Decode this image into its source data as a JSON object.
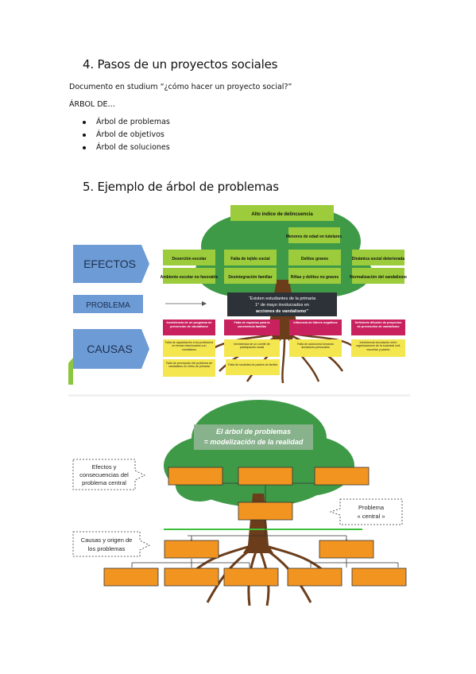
{
  "section4": {
    "title": "4. Pasos de un proyectos sociales",
    "doc_line": "Documento en studium “¿cómo hacer un proyecto social?”",
    "arbol_de": "ÁRBOL DE…",
    "items": [
      "Árbol de problemas",
      "Árbol de objetivos",
      "Árbol de soluciones"
    ]
  },
  "section5": {
    "title": "5. Ejemplo de árbol de problemas"
  },
  "diagram1": {
    "left_labels": {
      "efectos": "EFECTOS",
      "problema": "PROBLEMA",
      "causas": "CAUSAS"
    },
    "top_box": "Alto índice de delincuencia",
    "menores": "Menores de edad en tutelares",
    "effects_row1": [
      "Deserción escolar",
      "Falta de tejido social",
      "Delitos graves",
      "Dinámica social deteriorada"
    ],
    "effects_row2": [
      "Ambiente escolar no favorable",
      "Desintegración familiar",
      "Riñas y delitos no graves",
      "Normalización del vandalismo"
    ],
    "problem_line1": "“Existen estudiantes de la primaria",
    "problem_line2": "1° de mayo involucrados en",
    "problem_line3": "acciones de vandalismo”",
    "causes_pink": [
      "Inexistencia de un programa de prevención de vandalismo",
      "Falta de espacios para la convivencia familiar",
      "Influencia de líderes negativos",
      "Deficiente difusión de proyectos de prevención de vandalismo"
    ],
    "causes_yellow_top": [
      "Falta de capacitación a los profesores en temas relacionados con vandalismo",
      "Inexistencia de un comité de participación social",
      "Falta de autonomía tomando decisiones personales",
      "Inexistencia vinculación entre organizaciones de la sociedad civil, escuelas y padres"
    ],
    "causes_yellow_bottom": [
      "Falta de percepción del problema de vandalismo en niños de primaria",
      "Falta de sociedad de padres de familia"
    ]
  },
  "diagram2": {
    "banner_line1": "El árbol de problemas",
    "banner_line2": "= modelización de la realidad",
    "effects_label": [
      "Efectos y",
      "consecuencias del",
      "problema central"
    ],
    "central_label": [
      "Problema",
      "« central »"
    ],
    "causes_label": [
      "Causas y origen de",
      "los problemas"
    ]
  },
  "colors": {
    "blue_arrow": "#6d9bd5",
    "lime": "#9ccc3c",
    "pink": "#c9215e",
    "yellow": "#f4e64f",
    "tree_green": "#3f9a48",
    "orange": "#f29420",
    "trunk": "#6b3d1a"
  }
}
